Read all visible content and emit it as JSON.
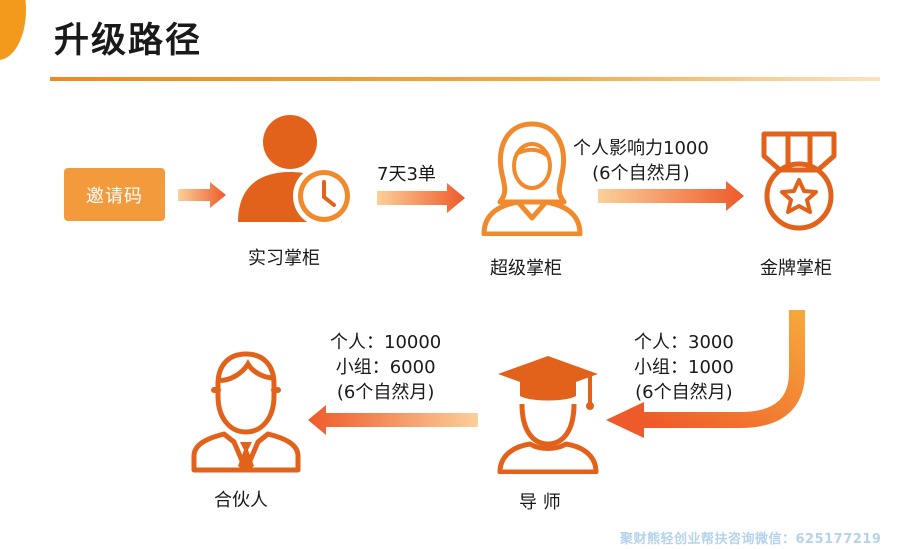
{
  "header": {
    "title": "升级路径"
  },
  "invite": {
    "label": "邀请码"
  },
  "nodes": {
    "intern": {
      "label": "实习掌柜",
      "icon": "person-clock-icon"
    },
    "super": {
      "label": "超级掌柜",
      "icon": "woman-icon"
    },
    "gold": {
      "label": "金牌掌柜",
      "icon": "medal-icon"
    },
    "mentor": {
      "label": "导 师",
      "icon": "graduate-icon"
    },
    "partner": {
      "label": "合伙人",
      "icon": "businessman-icon"
    }
  },
  "conditions": {
    "to_super": "7天3单",
    "to_gold": {
      "line1": "个人影响力1000",
      "line2": "(6个自然月)"
    },
    "to_mentor": {
      "line1": "个人：3000",
      "line2": "小组：1000",
      "line3": "(6个自然月)"
    },
    "to_partner": {
      "line1": "个人：10000",
      "line2": "小组：6000",
      "line3": "(6个自然月)"
    }
  },
  "watermark": "聚财熊轻创业帮扶咨询微信：625177219",
  "colors": {
    "icon_dark": "#e2621c",
    "icon_light": "#f08a2c",
    "accent": "#f39a3c",
    "arrow_start": "#fbd09a",
    "arrow_end": "#ee5a2a"
  }
}
